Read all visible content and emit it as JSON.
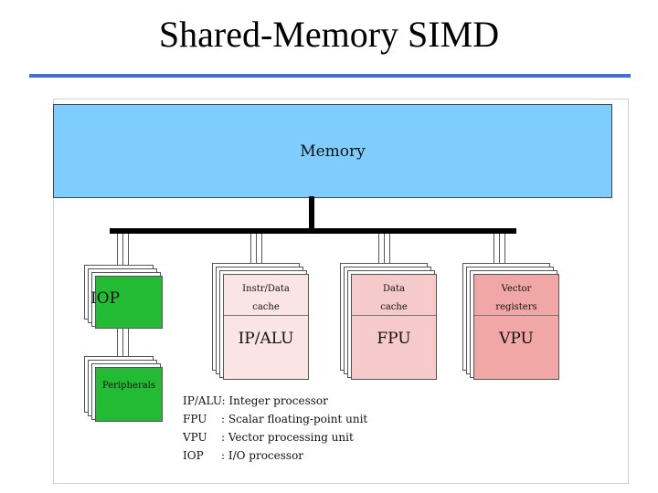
{
  "title": "Shared-Memory SIMD",
  "diagram": {
    "memory_label": "Memory",
    "iop": {
      "label": "IOP",
      "peripherals_label": "Peripherals"
    },
    "units": [
      {
        "cache_line1": "Instr/Data",
        "cache_line2": "cache",
        "unit_label": "IP/ALU"
      },
      {
        "cache_line1": "Data",
        "cache_line2": "cache",
        "unit_label": "FPU"
      },
      {
        "cache_line1": "Vector",
        "cache_line2": "registers",
        "unit_label": "VPU"
      }
    ],
    "legend": [
      {
        "abbr": "IP/ALU:",
        "desc": "Integer processor"
      },
      {
        "abbr": "FPU",
        "desc": ": Scalar floating-point unit"
      },
      {
        "abbr": "VPU",
        "desc": ": Vector processing unit"
      },
      {
        "abbr": "IOP",
        "desc": ": I/O processor"
      }
    ]
  },
  "colors": {
    "memory": "#7fccff",
    "iop": "#22bb33",
    "ipalu": "#fbe4e4",
    "fpu": "#f6caca",
    "vpu": "#f2a7a7",
    "title_rule": "#3f6fe0"
  }
}
